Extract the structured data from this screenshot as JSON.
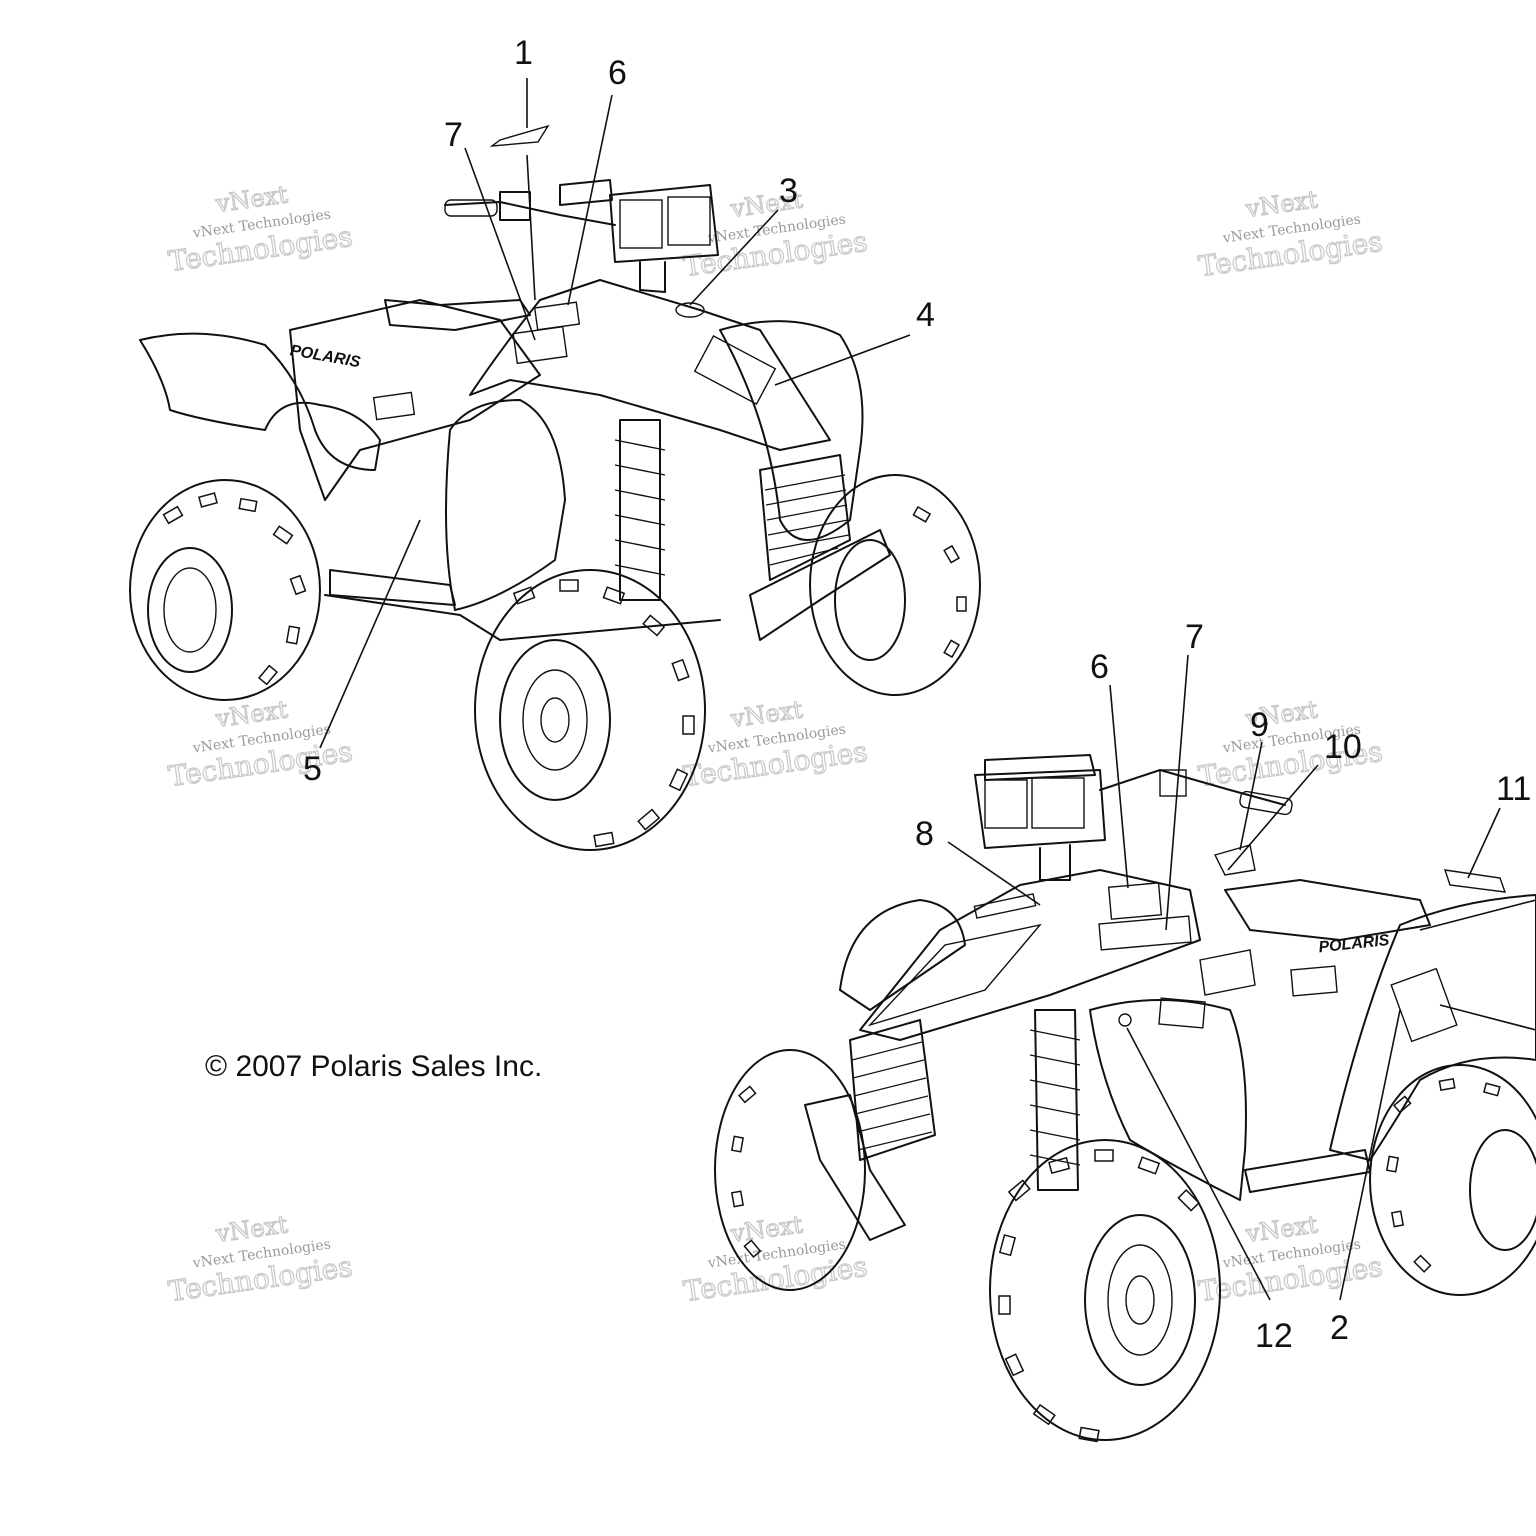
{
  "watermark": {
    "line1": "vNext Technologies",
    "line2": "Technologies",
    "line3": "vNext"
  },
  "copyright": "© 2007 Polaris Sales Inc.",
  "brand_logo": "POLARIS",
  "callouts": {
    "top_vehicle": [
      "1",
      "6",
      "7",
      "3",
      "4",
      "5"
    ],
    "bottom_vehicle": [
      "6",
      "7",
      "9",
      "10",
      "11",
      "8",
      "12",
      "2"
    ]
  }
}
